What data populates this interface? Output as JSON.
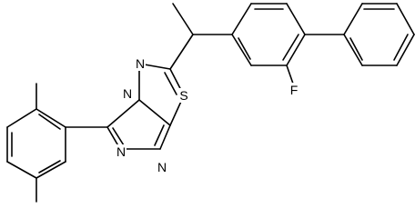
{
  "atoms": {
    "n1": "N",
    "n2": "N",
    "n3": "N",
    "n4": "N",
    "s1": "S",
    "f1": "F"
  },
  "colors": {
    "background": "#ffffff",
    "bond": "#000000",
    "label": "#000000"
  }
}
